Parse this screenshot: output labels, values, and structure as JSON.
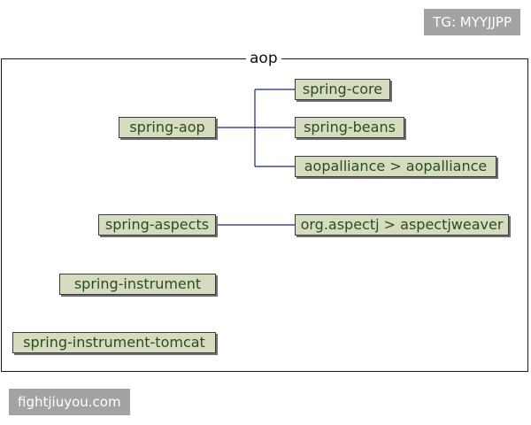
{
  "diagram": {
    "title": "aop",
    "colors": {
      "node_fill": "#d6dcc0",
      "node_text": "#2a4d1e",
      "node_border": "#3b3b3b",
      "connector": "#1a2a6e",
      "frame_border": "#1a1a1a"
    },
    "nodes": [
      {
        "id": "spring-aop",
        "label": "spring-aop"
      },
      {
        "id": "spring-core",
        "label": "spring-core"
      },
      {
        "id": "spring-beans",
        "label": "spring-beans"
      },
      {
        "id": "aopalliance",
        "label": "aopalliance > aopalliance"
      },
      {
        "id": "spring-aspects",
        "label": "spring-aspects"
      },
      {
        "id": "aspectjweaver",
        "label": "org.aspectj > aspectjweaver"
      },
      {
        "id": "spring-instrument",
        "label": "spring-instrument"
      },
      {
        "id": "spring-instrument-tomcat",
        "label": "spring-instrument-tomcat"
      }
    ],
    "edges": [
      {
        "from": "spring-aop",
        "to": "spring-core"
      },
      {
        "from": "spring-aop",
        "to": "spring-beans"
      },
      {
        "from": "spring-aop",
        "to": "aopalliance"
      },
      {
        "from": "spring-aspects",
        "to": "aspectjweaver"
      }
    ]
  },
  "watermarks": {
    "tg": "TG: MYYJJPP",
    "site": "fightjiuyou.com"
  }
}
